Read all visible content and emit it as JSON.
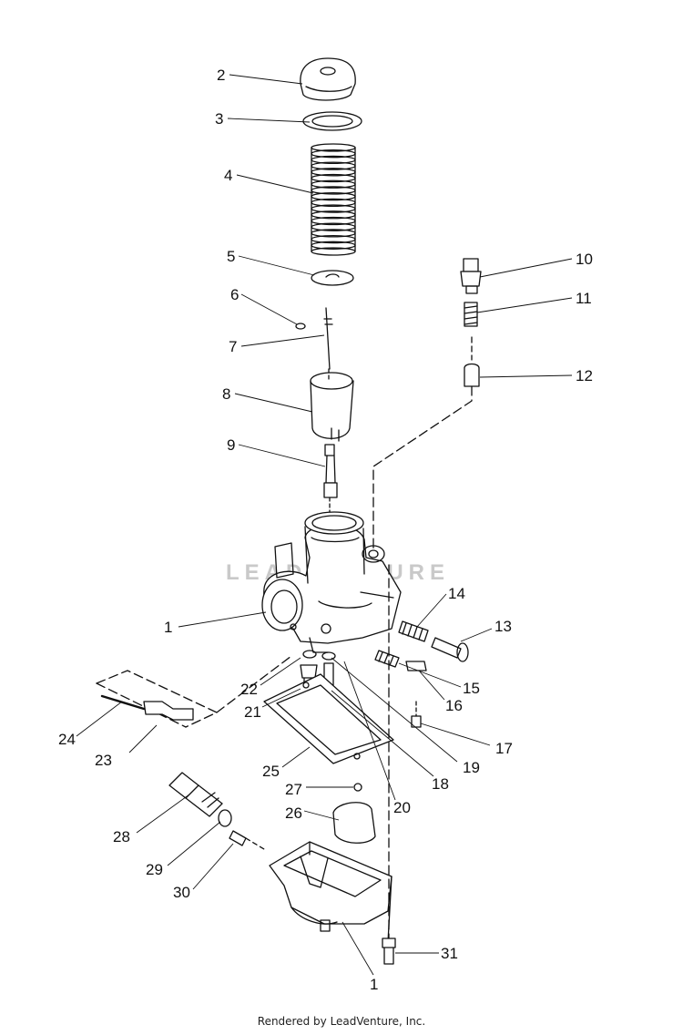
{
  "diagram": {
    "watermark": "LEADVENTURE",
    "callouts": [
      "1",
      "2",
      "3",
      "4",
      "5",
      "6",
      "7",
      "8",
      "9",
      "10",
      "11",
      "12",
      "13",
      "14",
      "15",
      "16",
      "17",
      "18",
      "19",
      "20",
      "21",
      "22",
      "23",
      "24",
      "25",
      "26",
      "27",
      "28",
      "29",
      "30",
      "31",
      "1"
    ]
  },
  "footer": {
    "text": "Rendered by LeadVenture, Inc."
  },
  "style": {
    "ink": "#111111",
    "watermark_color": "#c9c9c9",
    "background": "#ffffff"
  }
}
